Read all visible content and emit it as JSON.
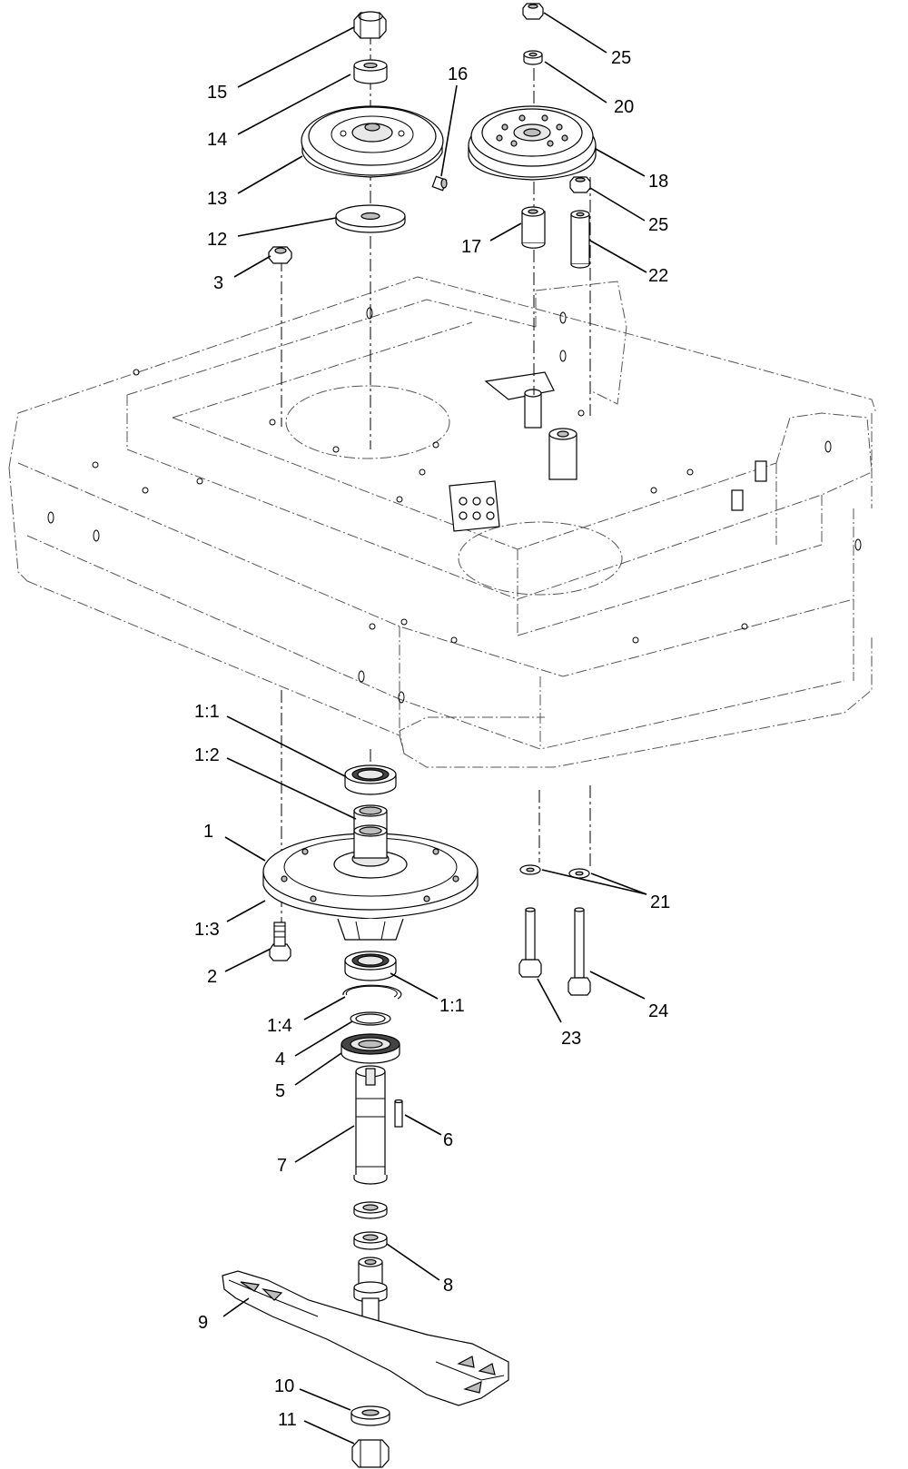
{
  "diagram": {
    "callouts": [
      {
        "id": "c15",
        "label": "15"
      },
      {
        "id": "c14",
        "label": "14"
      },
      {
        "id": "c13",
        "label": "13"
      },
      {
        "id": "c12",
        "label": "12"
      },
      {
        "id": "c3",
        "label": "3"
      },
      {
        "id": "c16",
        "label": "16"
      },
      {
        "id": "c25a",
        "label": "25"
      },
      {
        "id": "c20",
        "label": "20"
      },
      {
        "id": "c18",
        "label": "18"
      },
      {
        "id": "c25b",
        "label": "25"
      },
      {
        "id": "c17",
        "label": "17"
      },
      {
        "id": "c22",
        "label": "22"
      },
      {
        "id": "c1_1a",
        "label": "1:1"
      },
      {
        "id": "c1_2",
        "label": "1:2"
      },
      {
        "id": "c1",
        "label": "1"
      },
      {
        "id": "c1_3",
        "label": "1:3"
      },
      {
        "id": "c2",
        "label": "2"
      },
      {
        "id": "c1_4",
        "label": "1:4"
      },
      {
        "id": "c1_1b",
        "label": "1:1"
      },
      {
        "id": "c4",
        "label": "4"
      },
      {
        "id": "c5",
        "label": "5"
      },
      {
        "id": "c6",
        "label": "6"
      },
      {
        "id": "c7",
        "label": "7"
      },
      {
        "id": "c8",
        "label": "8"
      },
      {
        "id": "c9",
        "label": "9"
      },
      {
        "id": "c10",
        "label": "10"
      },
      {
        "id": "c11",
        "label": "11"
      },
      {
        "id": "c21",
        "label": "21"
      },
      {
        "id": "c23",
        "label": "23"
      },
      {
        "id": "c24",
        "label": "24"
      }
    ]
  }
}
